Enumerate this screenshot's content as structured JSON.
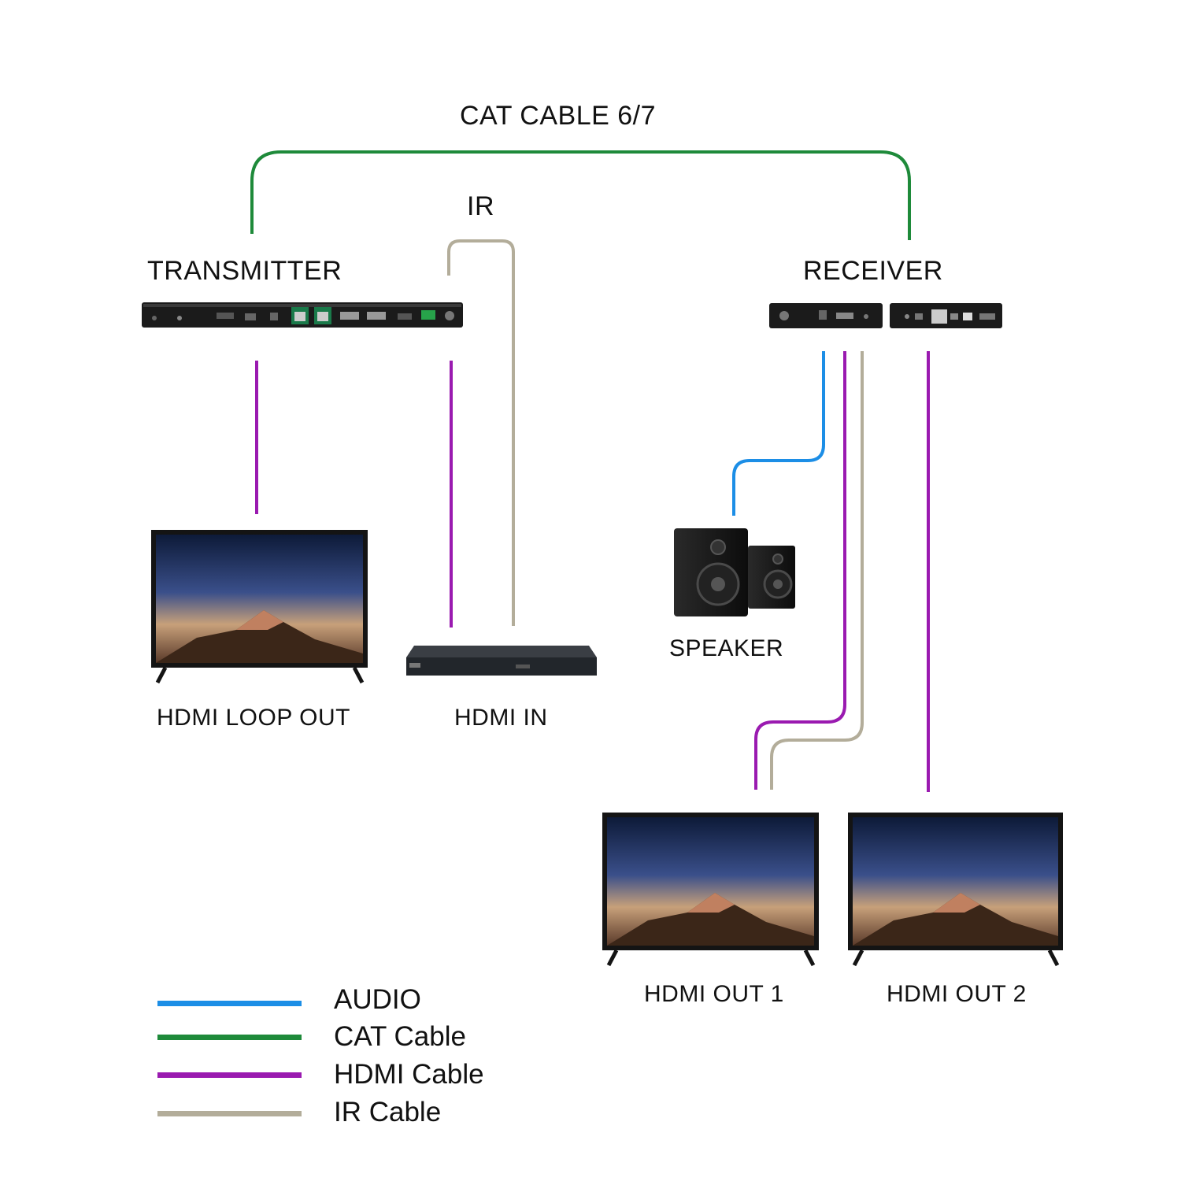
{
  "colors": {
    "audio": "#1c8ee6",
    "cat": "#1e8a3a",
    "hdmi": "#9a1ab0",
    "ir": "#b3ad9a",
    "device": "#1b1b1b"
  },
  "labels": {
    "cat_cable": "CAT CABLE 6/7",
    "ir": "IR",
    "transmitter": "TRANSMITTER",
    "receiver": "RECEIVER",
    "speaker": "SPEAKER",
    "hdmi_loop_out": "HDMI LOOP OUT",
    "hdmi_in": "HDMI IN",
    "hdmi_out_1": "HDMI OUT 1",
    "hdmi_out_2": "HDMI OUT 2"
  },
  "legend": [
    {
      "label": "AUDIO",
      "color": "#1c8ee6"
    },
    {
      "label": "CAT Cable",
      "color": "#1e8a3a"
    },
    {
      "label": "HDMI Cable",
      "color": "#9a1ab0"
    },
    {
      "label": "IR Cable",
      "color": "#b3ad9a"
    }
  ]
}
